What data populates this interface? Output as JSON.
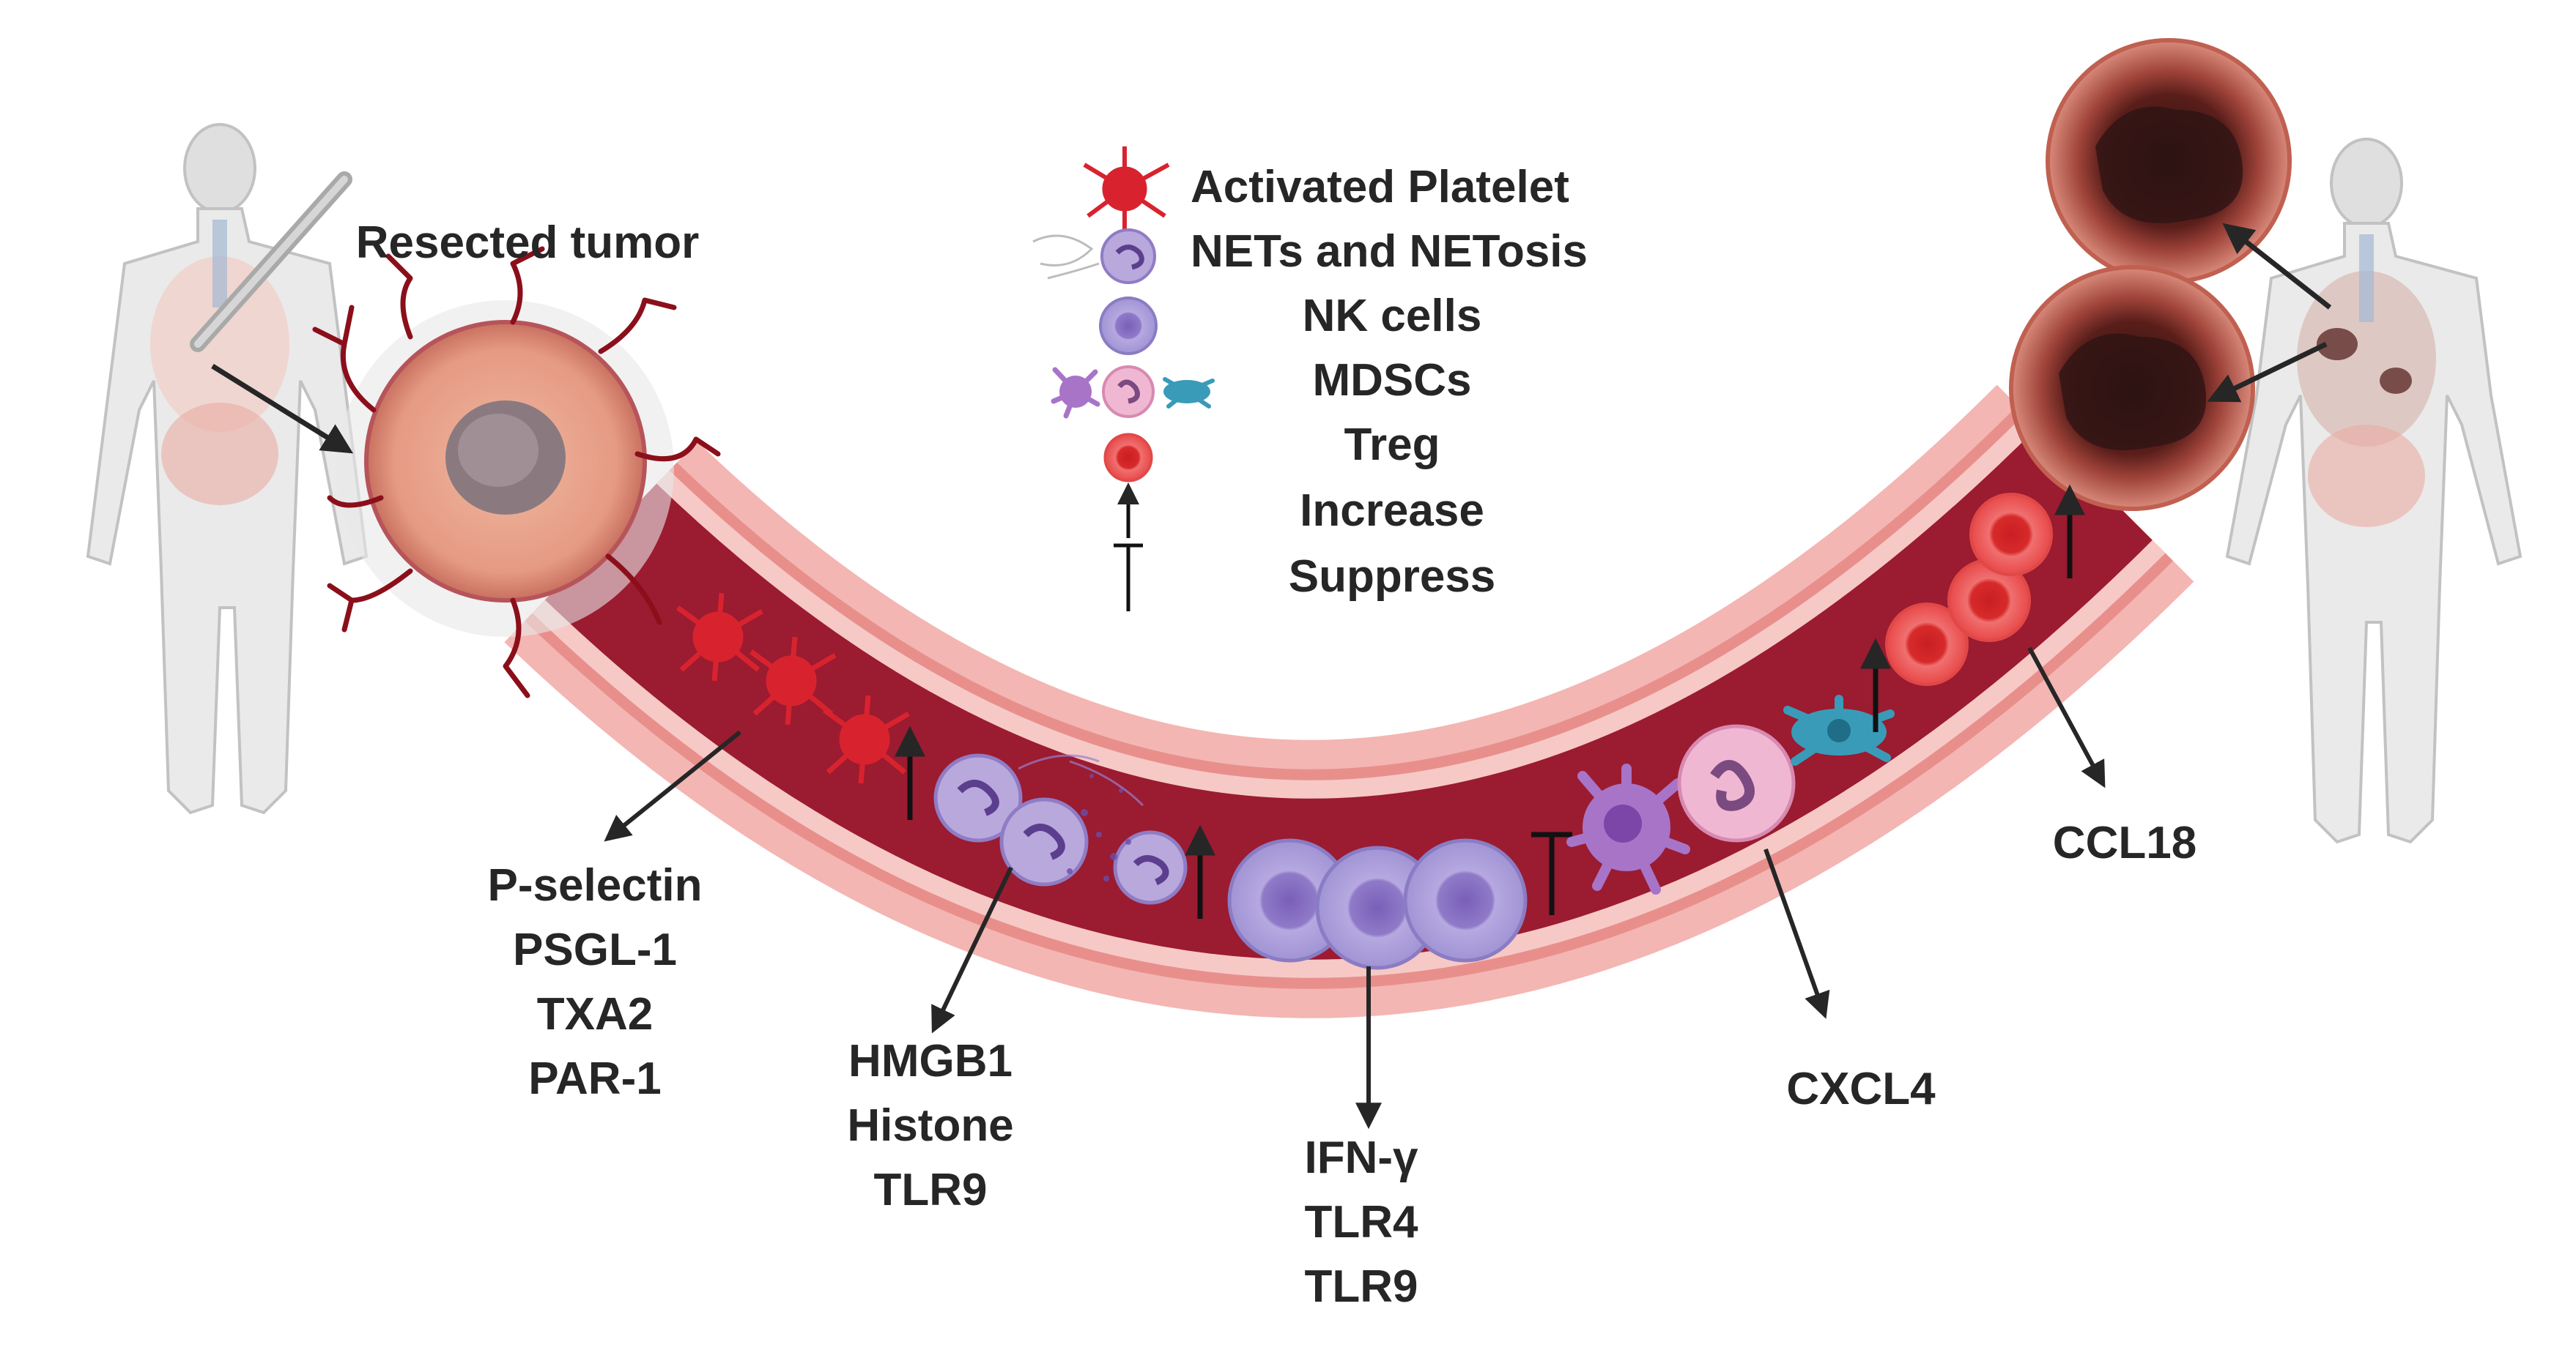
{
  "figure": {
    "resected_tumor_label": "Resected tumor",
    "legend": [
      {
        "icon": "platelet-icon",
        "label": "Activated Platelet"
      },
      {
        "icon": "net-icon",
        "label": "NETs and NETosis"
      },
      {
        "icon": "nk-cell-icon",
        "label": "NK cells"
      },
      {
        "icon": "mdsc-icon",
        "label": "MDSCs"
      },
      {
        "icon": "treg-icon",
        "label": "Treg"
      },
      {
        "icon": "increase-arrow-icon",
        "label": "Increase"
      },
      {
        "icon": "suppress-bar-icon",
        "label": "Suppress"
      }
    ],
    "groups": {
      "platelet": [
        "P-selectin",
        "PSGL-1",
        "TXA2",
        "PAR-1"
      ],
      "nets": [
        "HMGB1",
        "Histone",
        "TLR9"
      ],
      "nk": [
        "IFN-γ",
        "TLR4",
        "TLR9"
      ],
      "mdsc": [
        "CXCL4"
      ],
      "treg": [
        "CCL18"
      ]
    },
    "colors": {
      "vessel_lumen": "#9b1b30",
      "vessel_wall": "#f2a8a8",
      "platelet": "#d8232f",
      "nk_cell": "#a79ad8",
      "treg": "#e03030",
      "tumor": "#d9907e",
      "metastasis": "#b4413a",
      "text": "#262626"
    }
  }
}
